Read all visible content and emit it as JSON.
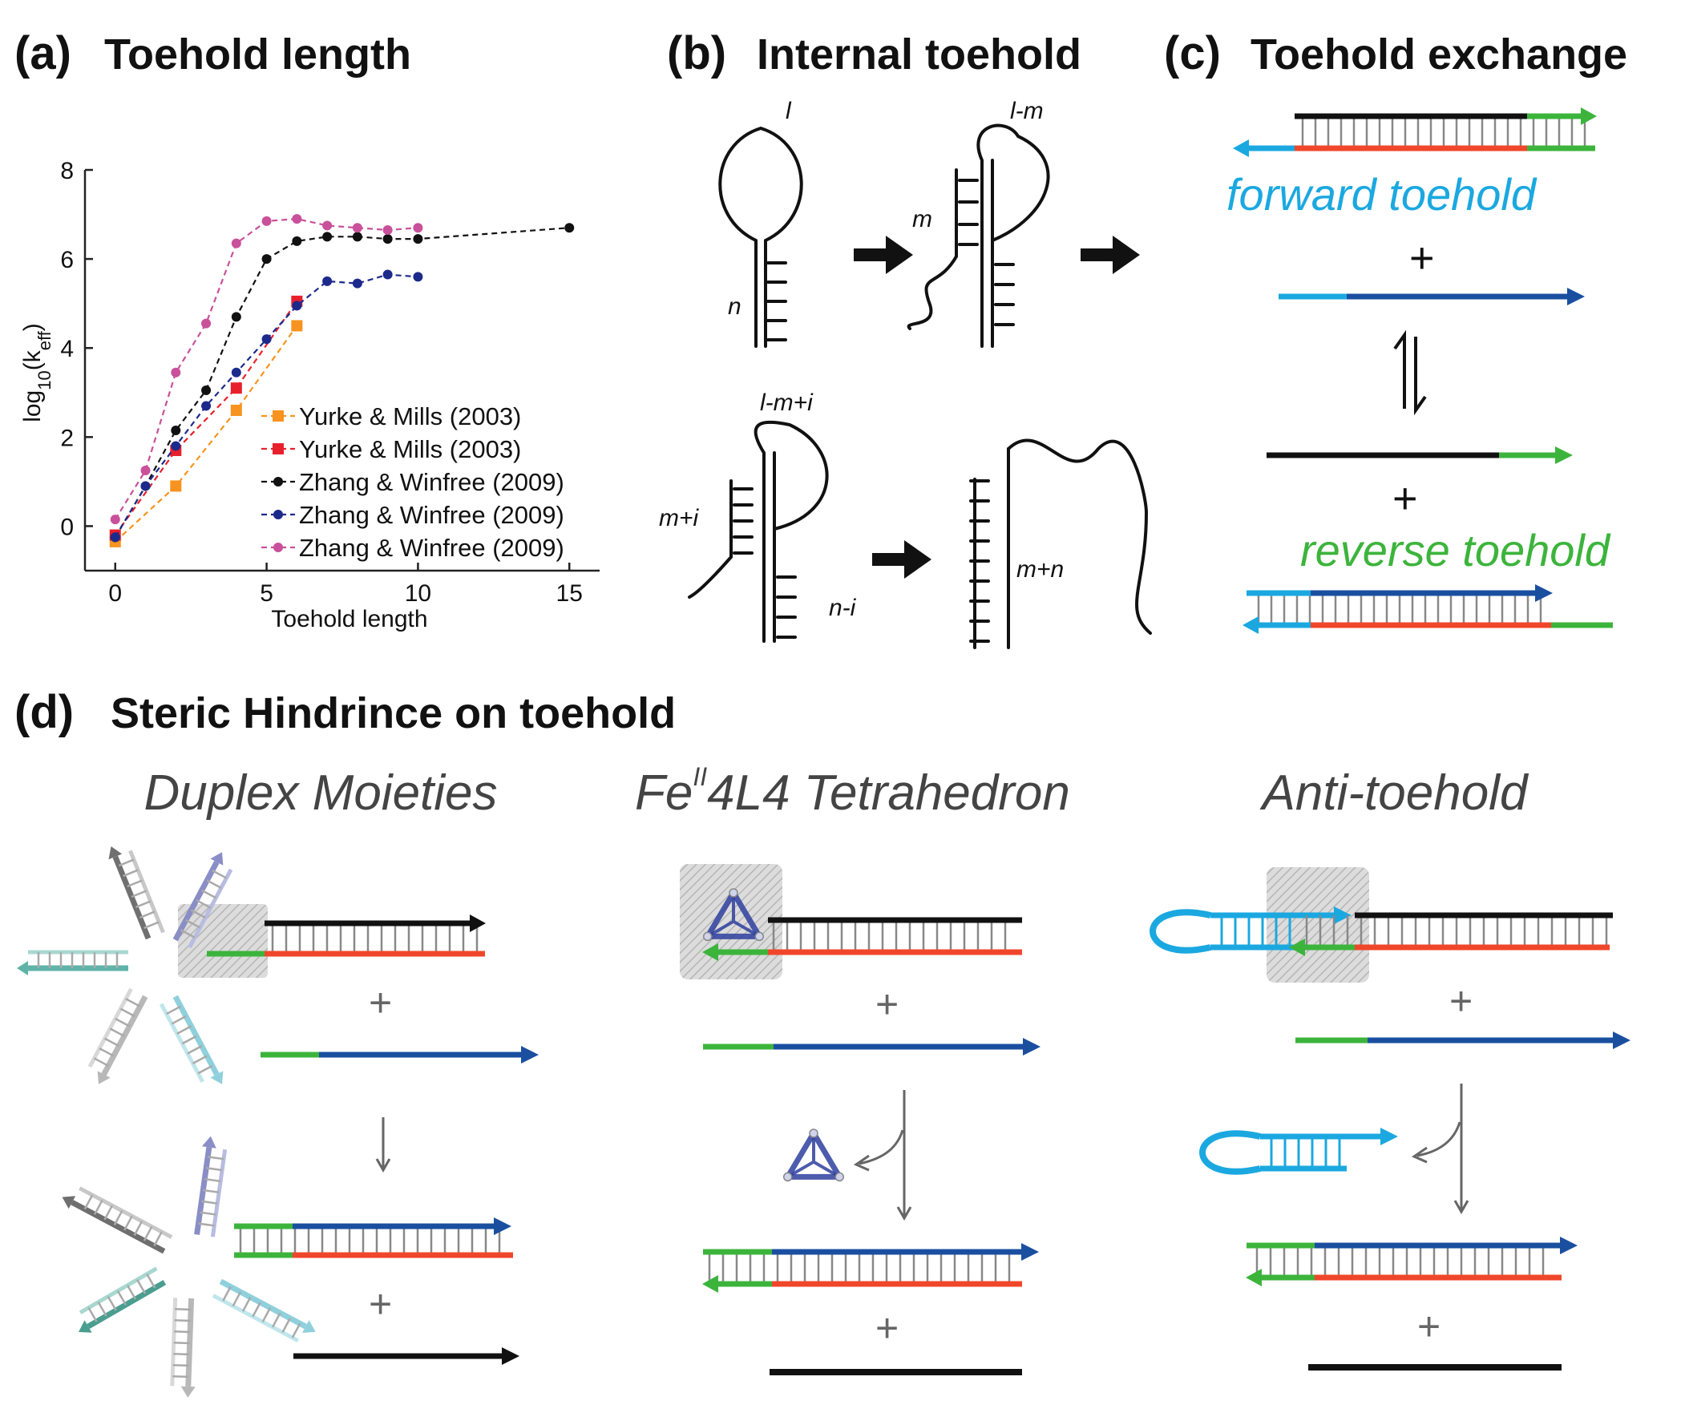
{
  "colors": {
    "black": "#111111",
    "red": "#f0462a",
    "green": "#3cb43c",
    "cyan": "#1ba8e0",
    "blue": "#1a4fa0",
    "gray": "#555555"
  },
  "panel_a": {
    "letter": "(a)",
    "title": "Toehold length",
    "chart_data": {
      "type": "line",
      "xlabel": "Toehold length",
      "ylabel": "log10(keff)",
      "xlim": [
        -1,
        16
      ],
      "ylim": [
        -1,
        8
      ],
      "xticks": [
        0,
        5,
        10,
        15
      ],
      "yticks": [
        0,
        2,
        4,
        6,
        8
      ],
      "legend_position": "lower-right",
      "series": [
        {
          "name": "Yurke & Mills (2003)",
          "color": "#f7931e",
          "marker": "square",
          "x": [
            0,
            2,
            4,
            6
          ],
          "y": [
            -0.35,
            0.9,
            2.6,
            4.5
          ]
        },
        {
          "name": "Yurke & Mills (2003)",
          "color": "#e8202c",
          "marker": "square",
          "x": [
            0,
            2,
            4,
            6
          ],
          "y": [
            -0.2,
            1.7,
            3.1,
            5.05
          ]
        },
        {
          "name": "Zhang & Winfree (2009)",
          "color": "#111111",
          "marker": "circle",
          "x": [
            0,
            1,
            2,
            3,
            4,
            5,
            6,
            7,
            8,
            9,
            10,
            15
          ],
          "y": [
            -0.25,
            0.9,
            2.15,
            3.05,
            4.7,
            6.0,
            6.4,
            6.5,
            6.5,
            6.45,
            6.45,
            6.7
          ]
        },
        {
          "name": "Zhang & Winfree (2009)",
          "color": "#1c2a8c",
          "marker": "circle",
          "x": [
            0,
            1,
            2,
            3,
            4,
            5,
            6,
            7,
            8,
            9,
            10
          ],
          "y": [
            -0.25,
            0.9,
            1.8,
            2.7,
            3.45,
            4.2,
            4.95,
            5.5,
            5.45,
            5.65,
            5.6
          ]
        },
        {
          "name": "Zhang & Winfree (2009)",
          "color": "#c9509a",
          "marker": "circle",
          "x": [
            0,
            1,
            2,
            3,
            4,
            5,
            6,
            7,
            8,
            9,
            10
          ],
          "y": [
            0.15,
            1.25,
            3.45,
            4.55,
            6.35,
            6.85,
            6.9,
            6.75,
            6.7,
            6.65,
            6.7
          ]
        }
      ]
    }
  },
  "panel_b": {
    "letter": "(b)",
    "title": "Internal toehold",
    "labels": {
      "l": "l",
      "n": "n",
      "l_m": "l-m",
      "m": "m",
      "l_m_i": "l-m+i",
      "m_i": "m+i",
      "n_i": "n-i",
      "m_n": "m+n"
    }
  },
  "panel_c": {
    "letter": "(c)",
    "title": "Toehold exchange",
    "forward": "forward toehold",
    "reverse": "reverse toehold",
    "plus": "+"
  },
  "panel_d": {
    "letter": "(d)",
    "title": "Steric Hindrince on toehold",
    "sub1": "Duplex Moieties",
    "sub2_a": "Fe",
    "sub2_sup": "II",
    "sub2_b": "4L4 Tetrahedron",
    "sub3": "Anti-toehold",
    "plus": "+"
  }
}
